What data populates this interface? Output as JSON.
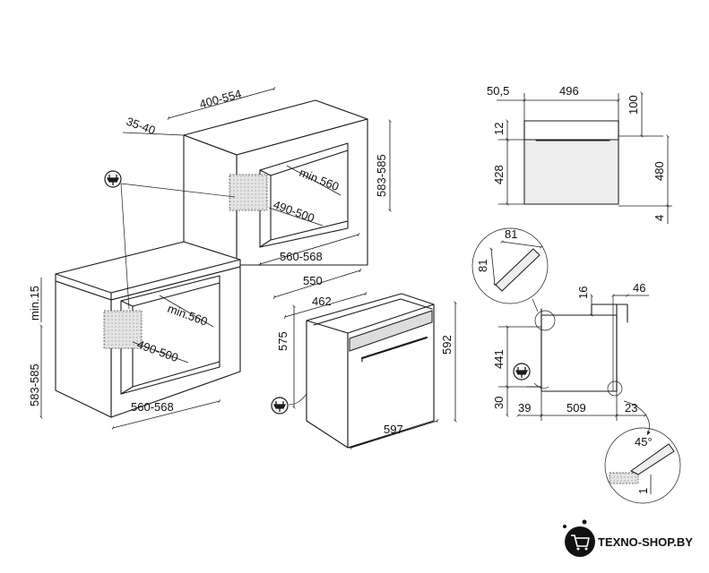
{
  "drawing": {
    "dimensions": {
      "niche_top_depth": "400-554",
      "niche_top_gap": "35-40",
      "col_niche_height": "583-585",
      "col_inner_depth": "min.560",
      "col_inner_height": "490-500",
      "col_width": "560-568",
      "under_top_gap": "min.15",
      "under_height": "583-585",
      "under_inner_depth": "min.560",
      "under_inner_height": "490-500",
      "under_width": "560-568",
      "oven_depth": "550",
      "oven_body_depth": "462",
      "oven_body_height": "575",
      "oven_height": "592",
      "oven_width": "597",
      "side_front_offset": "50,5",
      "side_depth": "496",
      "side_top_clear": "100",
      "side_top_rail": "12",
      "side_body_height": "428",
      "side_total_height": "480",
      "side_bottom_gap": "4",
      "detail_a_w": "81",
      "detail_a_h": "81",
      "sec_top_step": "16",
      "sec_rail": "46",
      "sec_height": "441",
      "sec_base": "30",
      "sec_left": "39",
      "sec_mid": "509",
      "sec_right": "23",
      "detail_b_angle": "45°",
      "detail_b_gap": "1"
    }
  },
  "footer": {
    "brand": "TEXNO-SHOP.BY"
  },
  "icons": {
    "plug": "power-plug-icon",
    "cart": "shopping-cart-icon"
  }
}
